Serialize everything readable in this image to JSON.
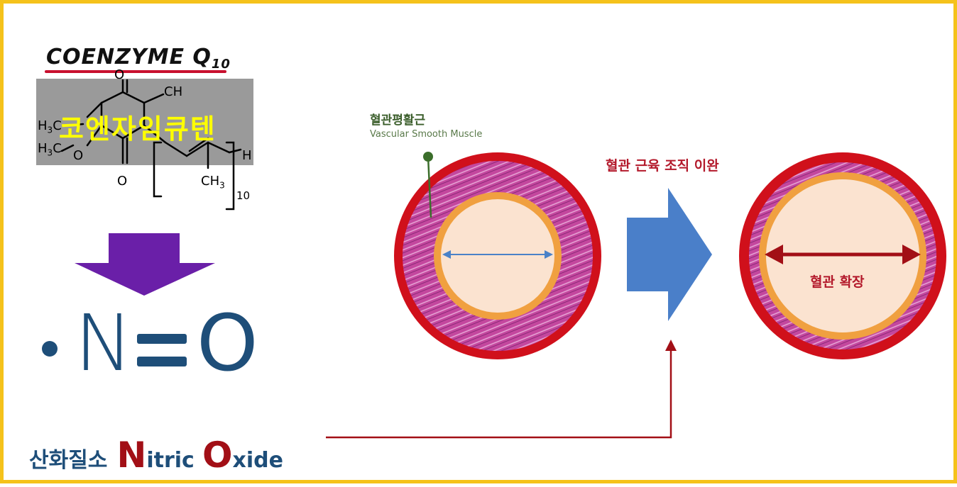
{
  "coenzyme": {
    "title_main": "COENZYME Q",
    "title_sub": "10",
    "korean_label": "코엔자임큐텐",
    "atoms": {
      "o_top": "O",
      "ch3_top": "CH",
      "h3c_1": "H",
      "h3c_1_sub": "3",
      "h3c_1_c": "C",
      "h3c_2": "H",
      "h3c_2_sub": "3",
      "h3c_2_c": "C",
      "o_left": "O",
      "o_bottom": "O",
      "h_end": "H",
      "ch3_chain": "CH",
      "ch3_chain_sub": "3",
      "repeat": "10"
    }
  },
  "nitric_oxide": {
    "formula_n": "N",
    "formula_o": "O",
    "label_ko": "산화질소",
    "label_big_n": "N",
    "label_itric": "itric",
    "label_big_o": "O",
    "label_xide": "xide"
  },
  "vessel": {
    "muscle_label_ko": "혈관평활근",
    "muscle_label_en": "Vascular Smooth Muscle",
    "relax_label": "혈관 근육 조직 이완",
    "dilate_label": "혈관 확장"
  },
  "colors": {
    "frame": "#f5c21b",
    "purple_arrow": "#6a1fa8",
    "navy": "#1e4e79",
    "red": "#d0101b",
    "blue_arrow": "#4a7fc9",
    "lumen": "#fbe3d0",
    "inner_ring": "#f0a040",
    "muscle": "#c0449c"
  }
}
